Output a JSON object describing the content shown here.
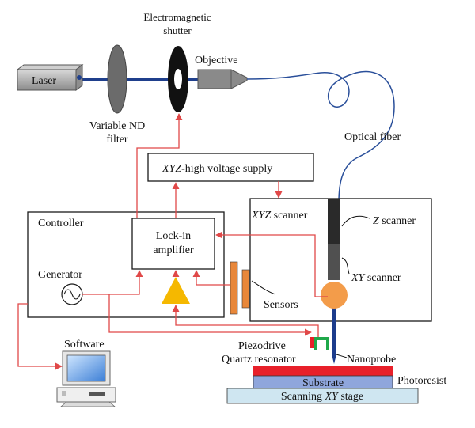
{
  "labels": {
    "laser": "Laser",
    "variable_nd": "Variable ND",
    "filter": "filter",
    "shutter_line1": "Electromagnetic",
    "shutter_line2": "shutter",
    "objective": "Objective",
    "optical_fiber": "Optical fiber",
    "hv_italic": "XYZ",
    "hv_rest": "-high voltage supply",
    "controller": "Controller",
    "lockin_line1": "Lock-in",
    "lockin_line2": "amplifier",
    "generator": "Generator",
    "xyz_scanner_italic": "XYZ",
    "xyz_scanner_rest": " scanner",
    "z_scanner_italic": "Z",
    "z_scanner_rest": " scanner",
    "xy_scanner_italic": "XY",
    "xy_scanner_rest": " scanner",
    "sensors": "Sensors",
    "software": "Software",
    "piezodrive": "Piezodrive",
    "quartz_resonator": "Quartz resonator",
    "nanoprobe": "Nanoprobe",
    "substrate": "Substrate",
    "photoresist": "Photoresist",
    "stage_prefix": "Scanning ",
    "stage_italic": "XY",
    "stage_suffix": " stage"
  },
  "colors": {
    "signal_wire": "#e04848",
    "beam": "#1f3f8c",
    "fiber": "#2a4f9a",
    "sensor_ball": "#f39c4a",
    "sensor_plates": "#e8873a",
    "amplifier": "#f5b800",
    "photoresist": "#e8202a",
    "substrate": "#8fa6dc",
    "stage": "#cfe6f1",
    "resonator": "#1fa84a",
    "scanner_dark": "#2a2a2a",
    "scanner_mid": "#505050",
    "objective": "#8a8a8a",
    "nd_filter": "#6b6b6b",
    "laser_body": "#a8a8a8",
    "nanoprobe": "#1c3c8c"
  },
  "icons": [
    "laser-icon",
    "nd-filter-icon",
    "shutter-icon",
    "objective-icon",
    "sine-wave-icon",
    "amplifier-triangle-icon",
    "computer-icon"
  ]
}
